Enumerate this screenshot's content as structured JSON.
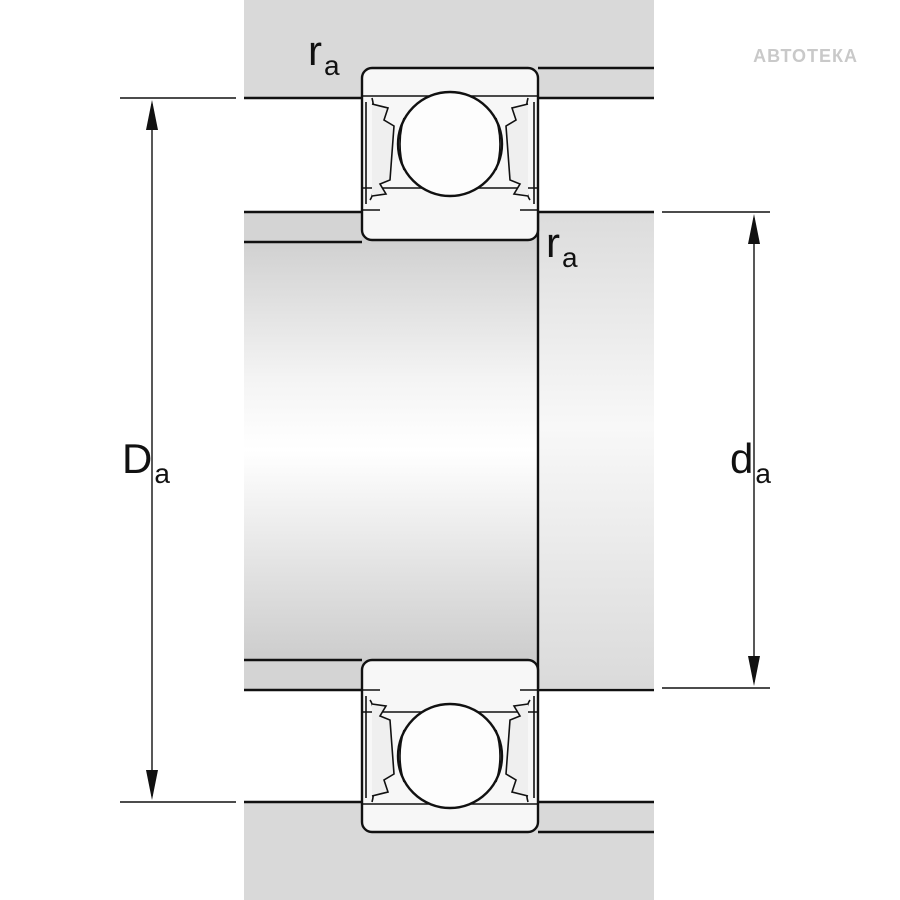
{
  "labels": {
    "ra_top": {
      "main": "r",
      "sub": "a"
    },
    "ra_inner": {
      "main": "r",
      "sub": "a"
    },
    "Da": {
      "main": "D",
      "sub": "a"
    },
    "da": {
      "main": "d",
      "sub": "a"
    }
  },
  "watermark": "АВТОТЕКА",
  "colors": {
    "housing_fill": "#d9d9d9",
    "line": "#111111",
    "ring_fill": "#f7f7f7",
    "seal_fill": "#efefef"
  }
}
